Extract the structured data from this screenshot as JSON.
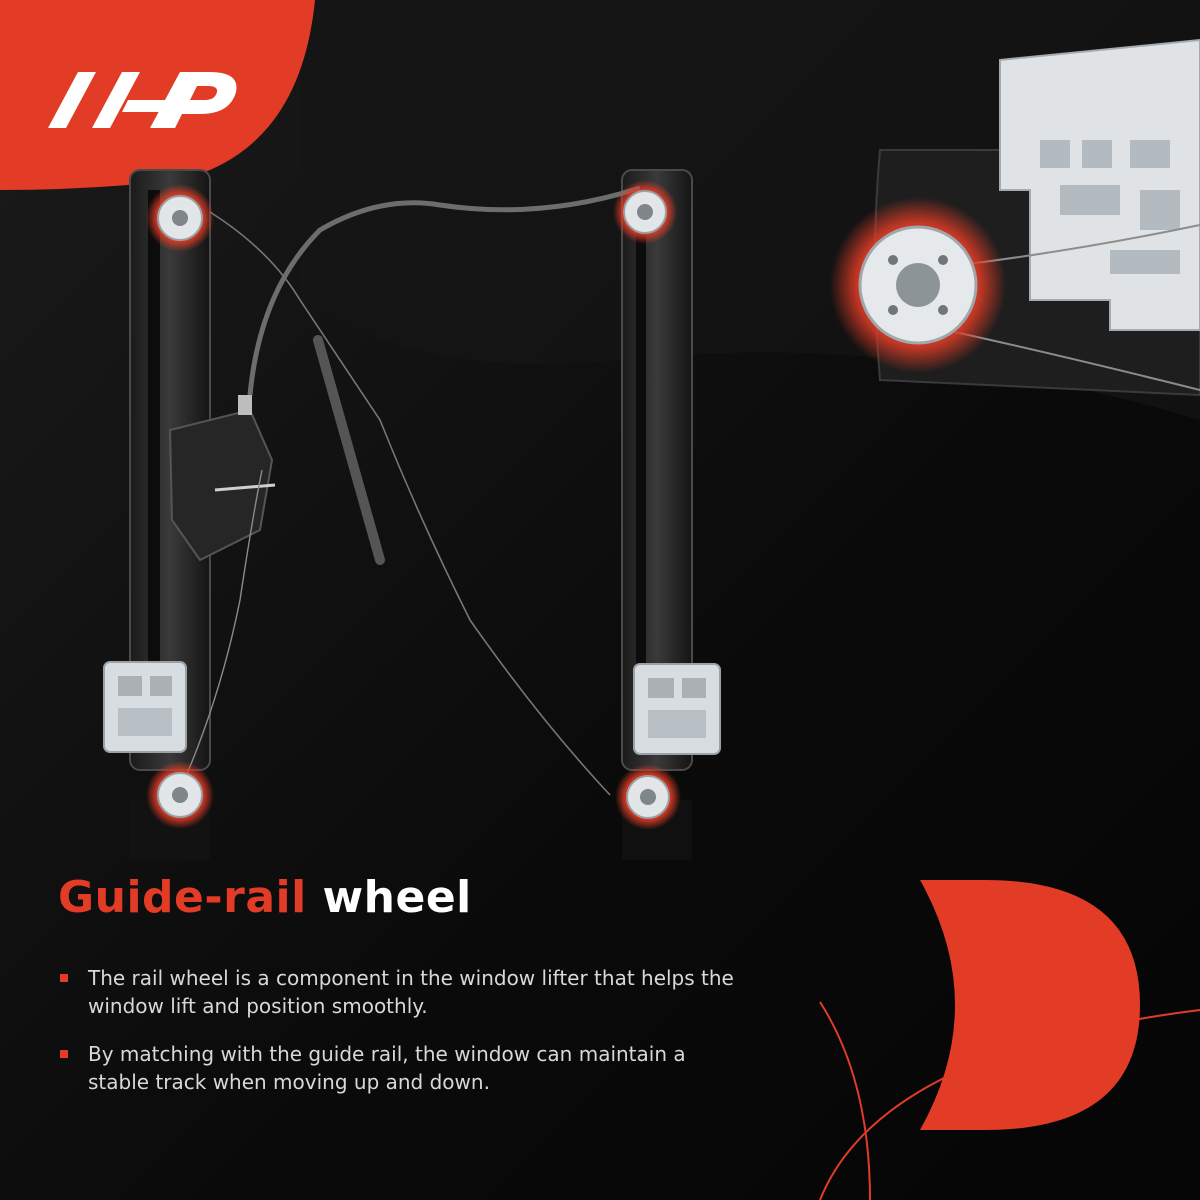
{
  "brand": {
    "logo_icon": "a-premium-logo-icon",
    "accent_color": "#e23c26",
    "background_color": "#060606"
  },
  "headline": {
    "accent_text": "Guide-rail",
    "rest_text": " wheel"
  },
  "bullets": [
    "The rail wheel is a component in the window lifter that helps the window lift and position smoothly.",
    "By matching with the guide rail, the window can maintain a stable track when moving up and down."
  ],
  "product": {
    "name_icon": "window-regulator-icon",
    "highlighted_part_icon": "guide-rail-wheel-icon",
    "highlighted_wheel_count": 4
  }
}
